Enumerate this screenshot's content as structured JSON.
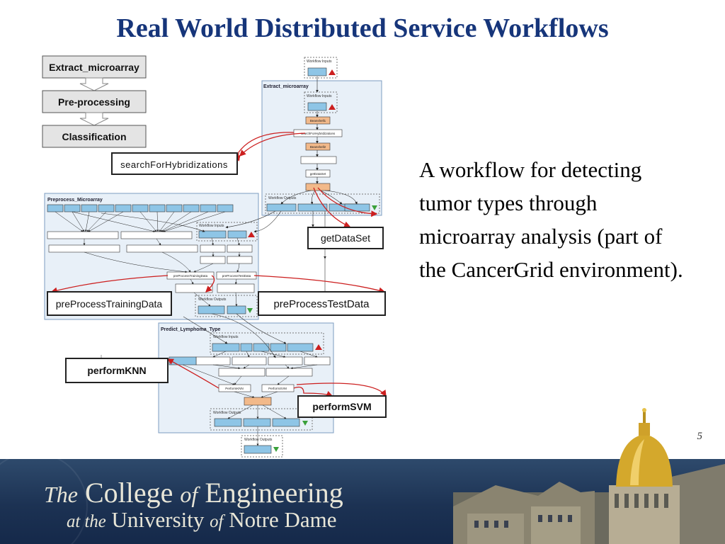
{
  "slide": {
    "title": "Real World Distributed Service Workflows",
    "caption": "A workflow for detecting tumor types through microarray analysis (part of the CancerGrid environment).",
    "page_number": "5"
  },
  "footer": {
    "line1_a": "The",
    "line1_b": "College",
    "line1_c": "of",
    "line1_d": "Engineering",
    "line2_a": "at the",
    "line2_b": "University",
    "line2_c": "of",
    "line2_d": "Notre Dame"
  },
  "diagram": {
    "steps": [
      "Extract_microarray",
      "Pre-processing",
      "Classification"
    ],
    "groups": {
      "extract": "Extract_microarray",
      "preprocess": "Preprocess_Microarray",
      "predict": "Predict_Lymphoma_Type"
    },
    "labels": {
      "workflow_inputs": "Workflow Inputs",
      "workflow_outputs": "Workflow Outputs",
      "beanshell1": "Beanshell1",
      "beanshell2": "Beanshell2",
      "search_small": "searchForHybridizations",
      "getdataset_small": "getDataSet",
      "preprocess_training_small": "preProcessTrainingData",
      "preprocess_test_small": "preProcessTestData",
      "perform_knn_small": "PerformKNN",
      "perform_svm_small": "PerformSVM"
    },
    "callouts": {
      "search": "searchForHybridizations",
      "getdataset": "getDataSet",
      "preprocess_training": "preProcessTrainingData",
      "preprocess_test": "preProcessTestData",
      "perform_knn": "performKNN",
      "perform_svm": "performSVM"
    }
  },
  "colors": {
    "title": "#16357a",
    "group_fill": "#e8f0f8",
    "node_blue": "#8ec5e6",
    "node_orange": "#f2b98a",
    "arrow_red": "#cc1f1f",
    "footer_bg": "#1c3253"
  }
}
